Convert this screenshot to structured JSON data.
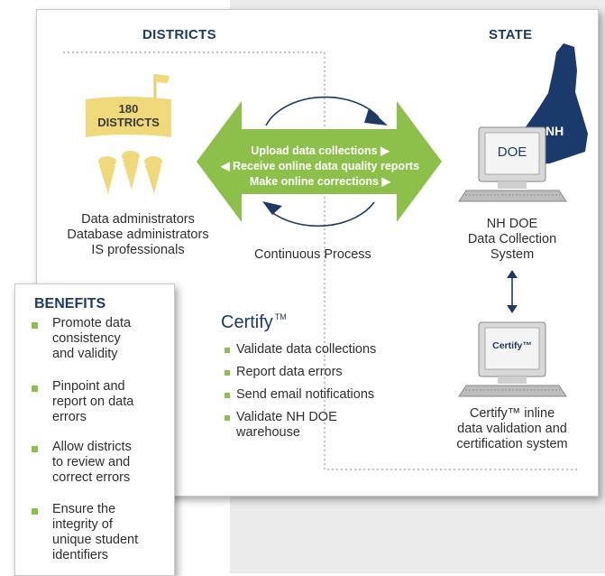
{
  "headings": {
    "districts": "DISTRICTS",
    "state": "STATE"
  },
  "districts": {
    "flag_count": "180",
    "flag_label": "DISTRICTS",
    "roles": [
      "Data administrators",
      "Database administrators",
      "IS professionals"
    ]
  },
  "arrow": {
    "lines": [
      "Upload data collections ▶",
      "◀ Receive online data quality reports",
      "Make online corrections ▶"
    ],
    "cycle_label": "Continuous Process"
  },
  "state": {
    "map_label": "NH",
    "monitor_label": "DOE",
    "system_lines": [
      "NH DOE",
      "Data Collection",
      "System"
    ],
    "certify_monitor_label": "Certify™",
    "certify_system_lines": [
      "Certify™ inline",
      "data validation and",
      "certification system"
    ]
  },
  "certify": {
    "logo": "Certify",
    "tm": "TM",
    "items": [
      "Validate data collections",
      "Report data errors",
      "Send email notifications",
      "Validate NH DOE",
      "warehouse"
    ]
  },
  "benefits": {
    "title": "BENEFITS",
    "items": [
      [
        "Promote data",
        "consistency",
        "and validity"
      ],
      [
        "Pinpoint and",
        "report on data",
        "errors"
      ],
      [
        "Allow districts",
        "to review and",
        "correct errors"
      ],
      [
        "Ensure the",
        "integrity of",
        "unique student",
        "identifiers"
      ]
    ]
  },
  "colors": {
    "heading": "#1e3a63",
    "green": "#8dc04a",
    "nh_map": "#1a3a6b",
    "flag_yellow": "#f0d97a"
  }
}
